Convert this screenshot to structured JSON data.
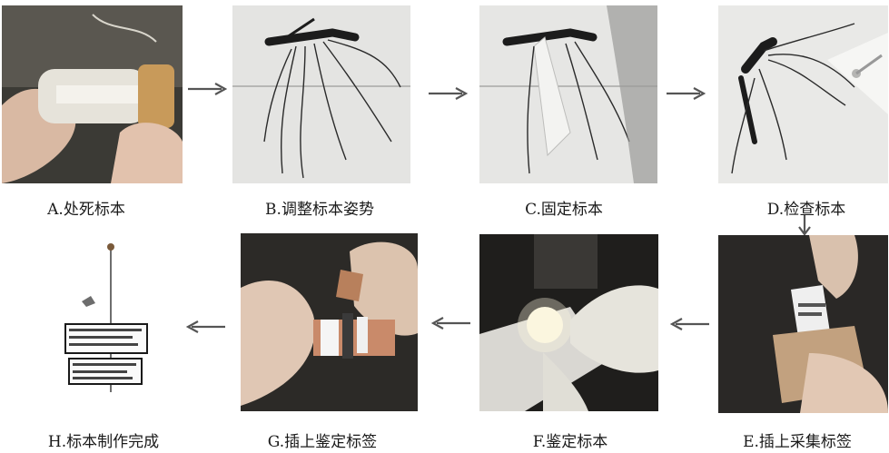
{
  "steps": {
    "a": "A.处死标本",
    "b": "B.调整标本姿势",
    "c": "C.固定标本",
    "d": "D.检查标本",
    "e": "E.插上采集标签",
    "f": "F.鉴定标本",
    "g": "G.插上鉴定标签",
    "h": "H.标本制作完成"
  },
  "colors": {
    "arrow": "#555555",
    "background": "#ffffff"
  }
}
